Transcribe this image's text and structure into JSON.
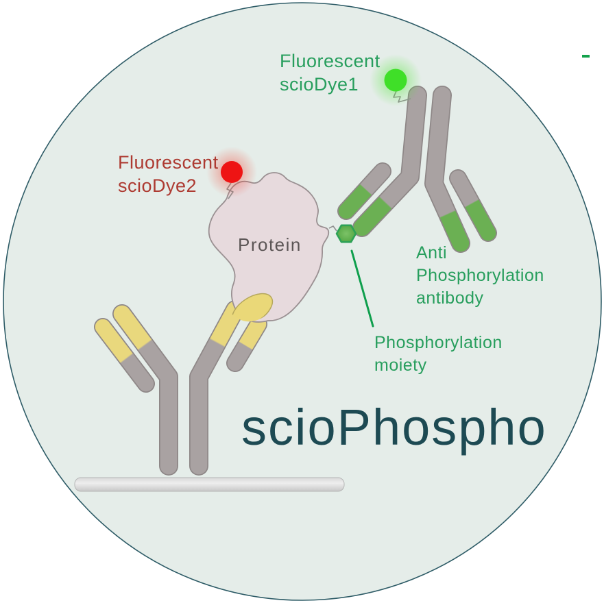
{
  "title": "scioPhospho",
  "labels": {
    "dye1": {
      "line1": "Fluorescent",
      "line2": "scioDye1"
    },
    "dye2": {
      "line1": "Fluorescent",
      "line2": "scioDye2"
    },
    "protein": "Protein",
    "anti_phospho_antibody": {
      "line1": "Anti",
      "line2": "Phosphorylation",
      "line3": "antibody"
    },
    "phospho_moiety": {
      "line1": "Phosphorylation",
      "line2": "moiety"
    }
  },
  "colors": {
    "background_circle": "#e5ede9",
    "circle_border": "#2d5b66",
    "green_text": "#279e5d",
    "red_text": "#ad3a31",
    "title_text": "#1d4a53",
    "antibody_gray": "#a9a2a2",
    "tip_yellow": "#e9d87d",
    "tip_green": "#6bb053",
    "dye1_green": "#3fdf28",
    "dye2_red": "#ee1414",
    "moiety_green": "#60ae4f",
    "protein_fill": "#e7dadd",
    "surface_gray": "#d9d9d9"
  }
}
